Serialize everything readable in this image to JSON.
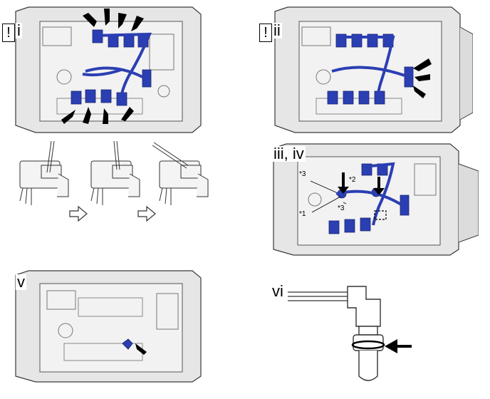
{
  "steps": {
    "i": "i",
    "ii": "ii",
    "iii_iv": "iii, iv",
    "v": "v",
    "vi": "vi"
  },
  "warning_mark": "!",
  "callouts": {
    "c3a": "*3",
    "c2": "*2",
    "c3b": "*3",
    "c1": "*1"
  },
  "colors": {
    "harness": "#2b3fb3",
    "metal_fill": "#e6e6e6",
    "line": "#3a3a3a",
    "arrow": "#000000"
  },
  "icons": {
    "warning": "warning-box-icon",
    "next": "hollow-right-arrow-icon",
    "pointer": "solid-arrow-icon"
  }
}
